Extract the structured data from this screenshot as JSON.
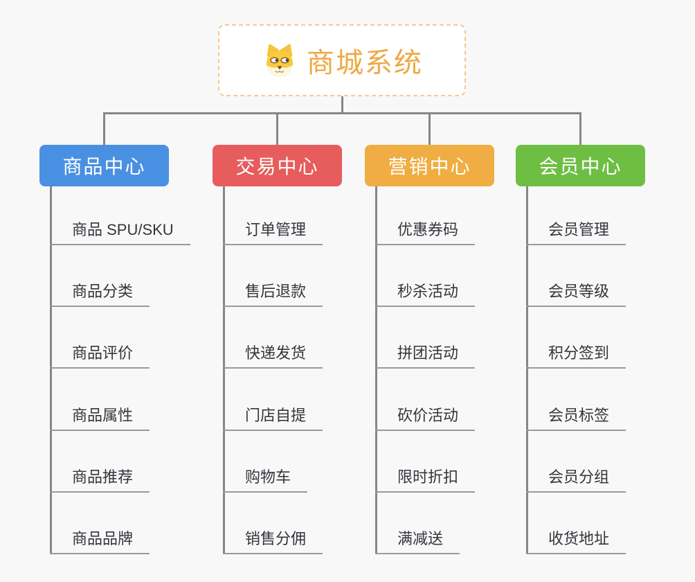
{
  "canvas": {
    "background": "#f8f8f8",
    "connector_color": "#868686",
    "underline_color": "#9a9a9a"
  },
  "root": {
    "title": "商城系统",
    "icon": "dog-face-icon",
    "text_color": "#efa845",
    "border_color": "#f5c98e",
    "background": "#ffffff"
  },
  "branches": [
    {
      "id": "product-center",
      "title": "商品中心",
      "color": "#4a90e2",
      "items": [
        "商品 SPU/SKU",
        "商品分类",
        "商品评价",
        "商品属性",
        "商品推荐",
        "商品品牌"
      ]
    },
    {
      "id": "trade-center",
      "title": "交易中心",
      "color": "#e75c5c",
      "items": [
        "订单管理",
        "售后退款",
        "快递发货",
        "门店自提",
        "购物车",
        "销售分佣"
      ]
    },
    {
      "id": "marketing-center",
      "title": "营销中心",
      "color": "#f0ad43",
      "items": [
        "优惠券码",
        "秒杀活动",
        "拼团活动",
        "砍价活动",
        "限时折扣",
        "满减送"
      ]
    },
    {
      "id": "member-center",
      "title": "会员中心",
      "color": "#6fbe44",
      "items": [
        "会员管理",
        "会员等级",
        "积分签到",
        "会员标签",
        "会员分组",
        "收货地址"
      ]
    }
  ]
}
